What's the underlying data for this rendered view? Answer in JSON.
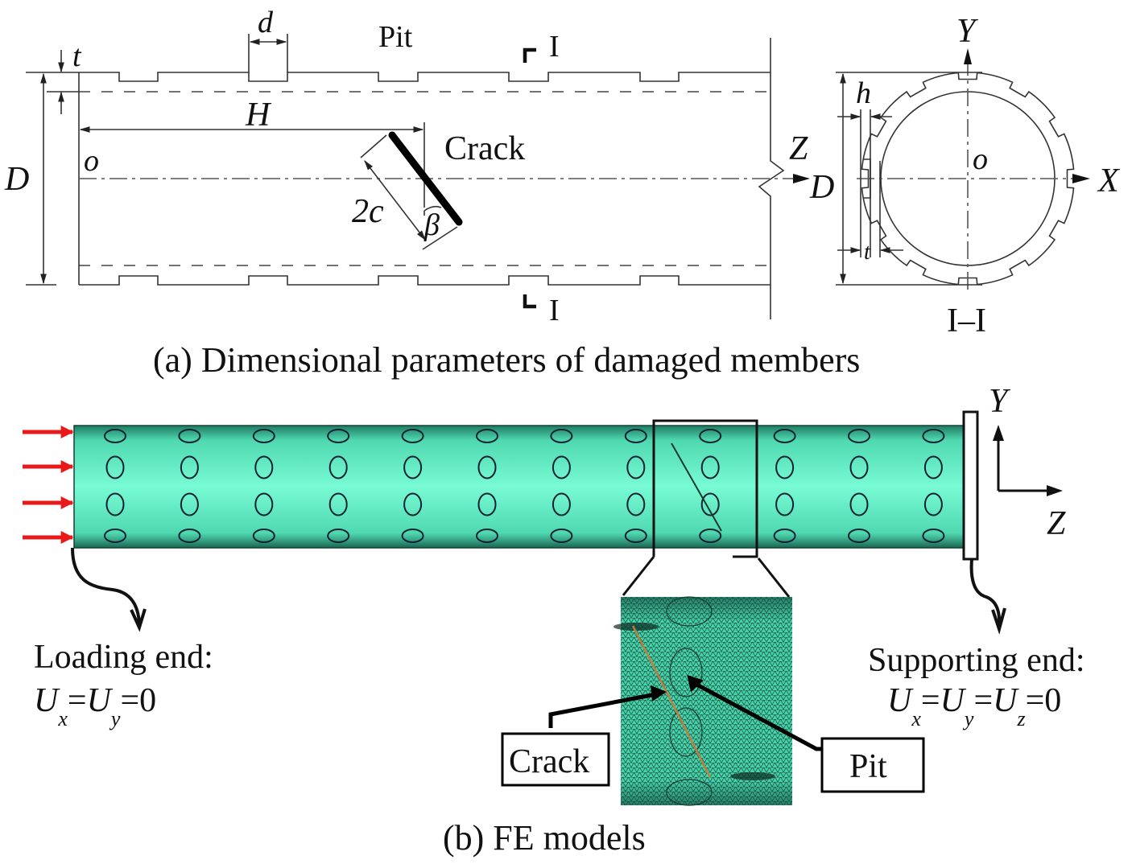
{
  "figure": {
    "panel_a": {
      "caption": "(a) Dimensional parameters of damaged members",
      "labels": {
        "t_top": "t",
        "d": "d",
        "pit": "Pit",
        "section_mark_top": "I",
        "section_mark_bottom": "I",
        "D_left": "D",
        "H": "H",
        "crack": "Crack",
        "origin": "o",
        "two_c": "2c",
        "beta": "β",
        "Z_axis": "Z"
      },
      "cross_section": {
        "title": "I–I",
        "Y_axis": "Y",
        "X_axis": "X",
        "origin": "o",
        "D": "D",
        "h": "h",
        "t": "t",
        "pit_count": 12
      }
    },
    "panel_b": {
      "caption": "(b) FE models",
      "axes": {
        "Y": "Y",
        "Z": "Z"
      },
      "load_arrow_count": 4,
      "pit_columns": 12,
      "pit_rows": 4,
      "colors": {
        "tube": "#6ff0c8",
        "tube_edge": "#1e6e5a",
        "load_arrow": "#e8191a",
        "crack_line": "#c87a3c",
        "mesh": "#3fbf9a"
      },
      "loading_end": {
        "title": "Loading end:",
        "eq_parts": [
          "U",
          "x",
          "=",
          "U",
          "y",
          "=0"
        ]
      },
      "supporting_end": {
        "title": "Supporting end:",
        "eq_parts": [
          "U",
          "x",
          "=",
          "U",
          "y",
          "=",
          "U",
          "z",
          "=0"
        ]
      },
      "callouts": {
        "crack": "Crack",
        "pit": "Pit"
      }
    }
  }
}
